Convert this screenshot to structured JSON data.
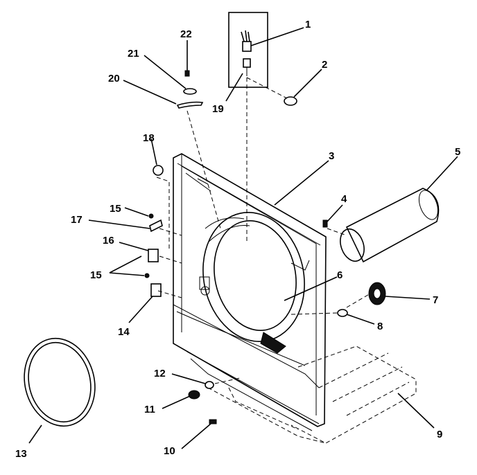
{
  "callouts": [
    {
      "id": "1",
      "label": "1"
    },
    {
      "id": "2",
      "label": "2"
    },
    {
      "id": "3",
      "label": "3"
    },
    {
      "id": "4",
      "label": "4"
    },
    {
      "id": "5",
      "label": "5"
    },
    {
      "id": "6",
      "label": "6"
    },
    {
      "id": "7",
      "label": "7"
    },
    {
      "id": "8",
      "label": "8"
    },
    {
      "id": "9",
      "label": "9"
    },
    {
      "id": "10",
      "label": "10"
    },
    {
      "id": "11",
      "label": "11"
    },
    {
      "id": "12",
      "label": "12"
    },
    {
      "id": "13",
      "label": "13"
    },
    {
      "id": "14",
      "label": "14"
    },
    {
      "id": "15a",
      "label": "15"
    },
    {
      "id": "15b",
      "label": "15"
    },
    {
      "id": "16",
      "label": "16"
    },
    {
      "id": "17",
      "label": "17"
    },
    {
      "id": "18",
      "label": "18"
    },
    {
      "id": "19",
      "label": "19"
    },
    {
      "id": "20",
      "label": "20"
    },
    {
      "id": "21",
      "label": "21"
    },
    {
      "id": "22",
      "label": "22"
    }
  ]
}
